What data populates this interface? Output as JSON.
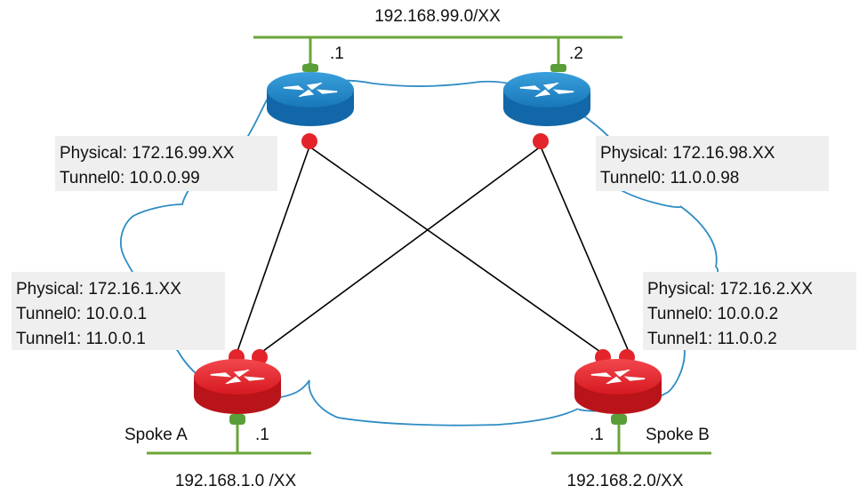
{
  "networks": {
    "top": "192.168.99.0/XX",
    "spoke_a": "192.168.1.0 /XX",
    "spoke_b": "192.168.2.0/XX"
  },
  "hub1": {
    "lan_host": ".1",
    "physical": "Physical: 172.16.99.XX",
    "tunnel0": "Tunnel0: 10.0.0.99"
  },
  "hub2": {
    "lan_host": ".2",
    "physical": "Physical: 172.16.98.XX",
    "tunnel0": "Tunnel0: 11.0.0.98"
  },
  "spoke_a": {
    "name": "Spoke A",
    "lan_host": ".1",
    "physical": "Physical: 172.16.1.XX",
    "tunnel0": "Tunnel0: 10.0.0.1",
    "tunnel1": "Tunnel1: 11.0.0.1"
  },
  "spoke_b": {
    "name": "Spoke B",
    "lan_host": ".1",
    "physical": "Physical: 172.16.2.XX",
    "tunnel0": "Tunnel0: 10.0.0.2",
    "tunnel1": "Tunnel1: 11.0.0.2"
  },
  "colors": {
    "hub_router": "#1a82c4",
    "spoke_router": "#e3242b",
    "lan_line": "#6aa637",
    "cloud": "#2e8cc4",
    "label_bg": "#efefef"
  }
}
